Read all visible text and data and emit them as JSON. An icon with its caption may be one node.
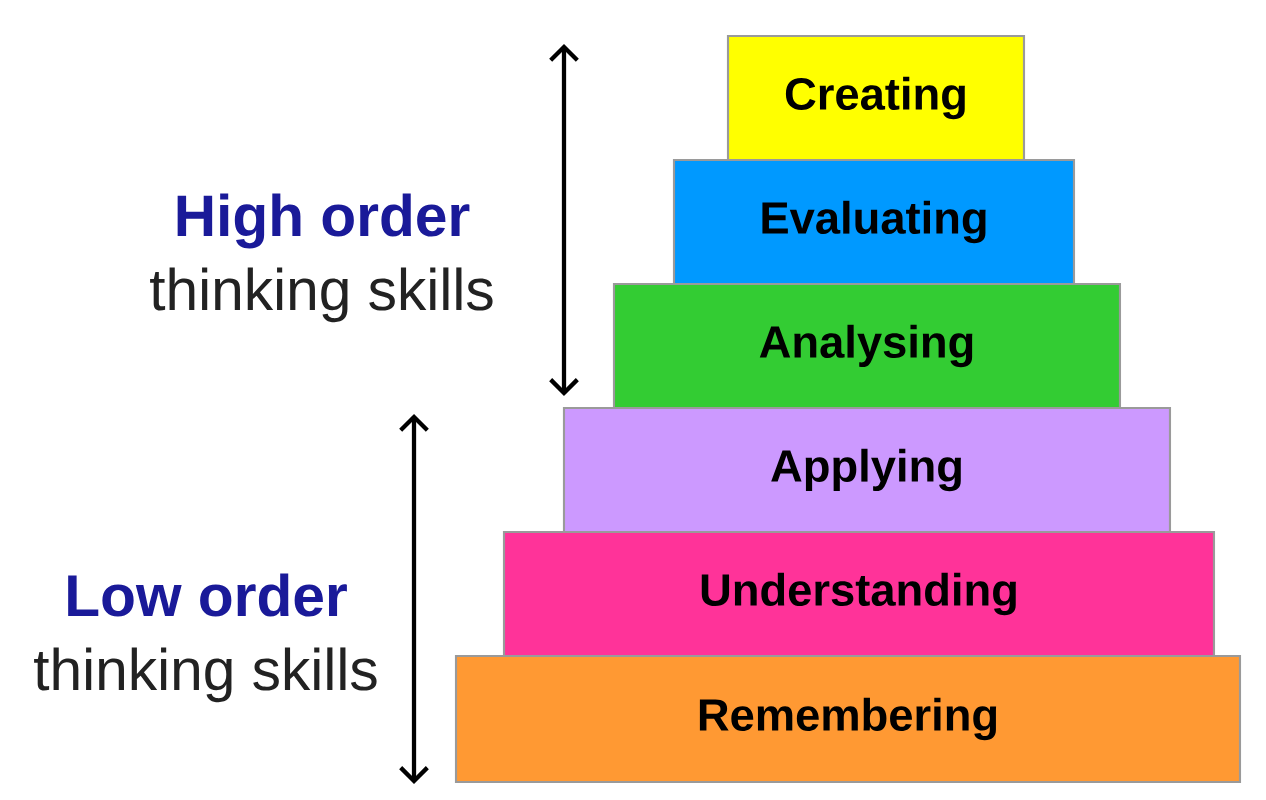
{
  "diagram": {
    "nodes": [
      {
        "text": [
          "Creating"
        ]
      },
      {
        "text": [
          "Evaluating"
        ]
      },
      {
        "text": [
          "Analysing"
        ]
      },
      {
        "text": [
          "Applying"
        ]
      },
      {
        "text": [
          "Understanding"
        ]
      },
      {
        "text": [
          "Remembering"
        ]
      }
    ],
    "labels": [
      "High order",
      "thinking skills",
      "Low order",
      "thinking skills"
    ]
  }
}
